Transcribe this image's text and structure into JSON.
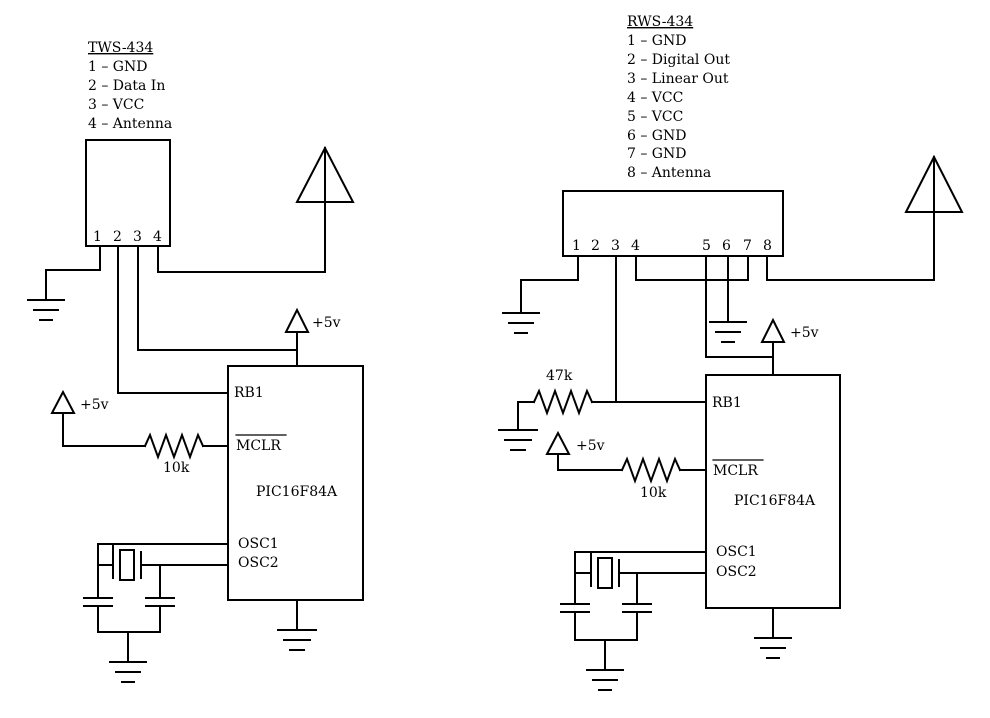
{
  "left": {
    "module_name": "TWS-434",
    "pin_list": [
      "1 – GND",
      "2 – Data In",
      "3 – VCC",
      "4 – Antenna"
    ],
    "module_pins": [
      "1",
      "2",
      "3",
      "4"
    ],
    "mcu": {
      "name": "PIC16F84A",
      "rb1": "RB1",
      "mclr": "MCLR",
      "osc1": "OSC1",
      "osc2": "OSC2"
    },
    "resistor_mclr": "10k",
    "vcc_top": "+5v",
    "vcc_mclr": "+5v"
  },
  "right": {
    "module_name": "RWS-434",
    "pin_list": [
      "1 – GND",
      "2 – Digital Out",
      "3 – Linear Out",
      "4 – VCC",
      "5 – VCC",
      "6 – GND",
      "7 – GND",
      "8 – Antenna"
    ],
    "module_pins": [
      "1",
      "2",
      "3",
      "4",
      "5",
      "6",
      "7",
      "8"
    ],
    "mcu": {
      "name": "PIC16F84A",
      "rb1": "RB1",
      "mclr": "MCLR",
      "osc1": "OSC1",
      "osc2": "OSC2"
    },
    "resistor_pulldown": "47k",
    "resistor_mclr": "10k",
    "vcc_top": "+5v",
    "vcc_mclr": "+5v"
  }
}
